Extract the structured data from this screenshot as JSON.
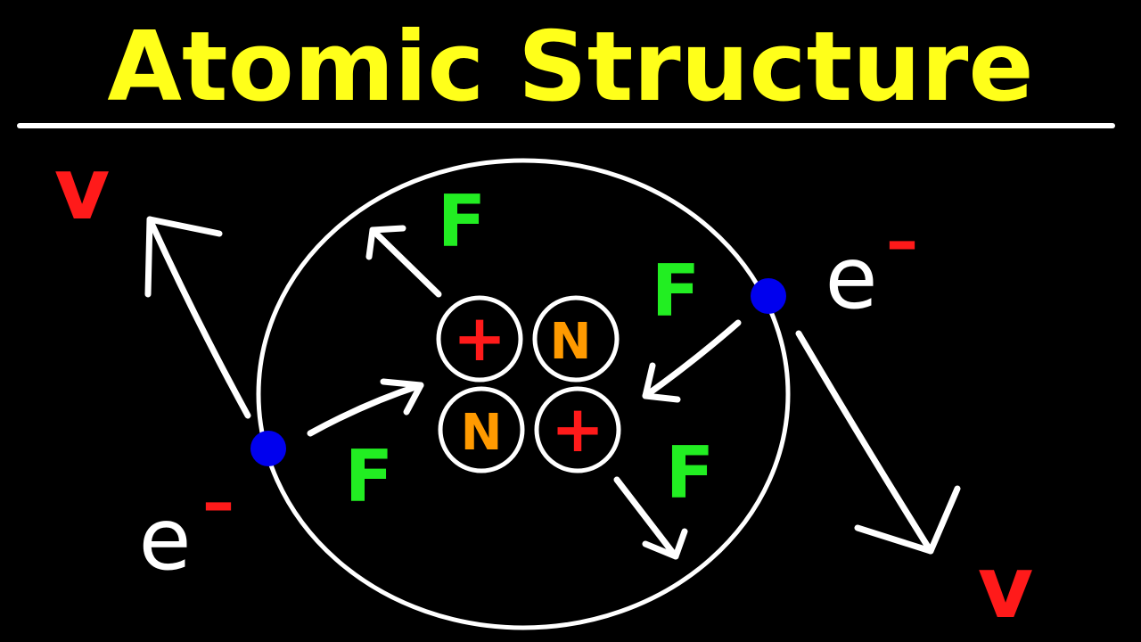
{
  "title": "Atomic Structure",
  "colors": {
    "background": "#000000",
    "title": "#ffff1a",
    "line": "#ffffff",
    "force": "#22ee22",
    "proton": "#ff1a1a",
    "neutron": "#ff9a00",
    "electron": "#0000ee",
    "velocity": "#ff1a1a"
  },
  "labels": {
    "proton_symbol": "+",
    "neutron_symbol": "N",
    "force_symbol": "F",
    "velocity_symbol": "v",
    "electron_symbol": "e",
    "electron_charge": "–"
  }
}
